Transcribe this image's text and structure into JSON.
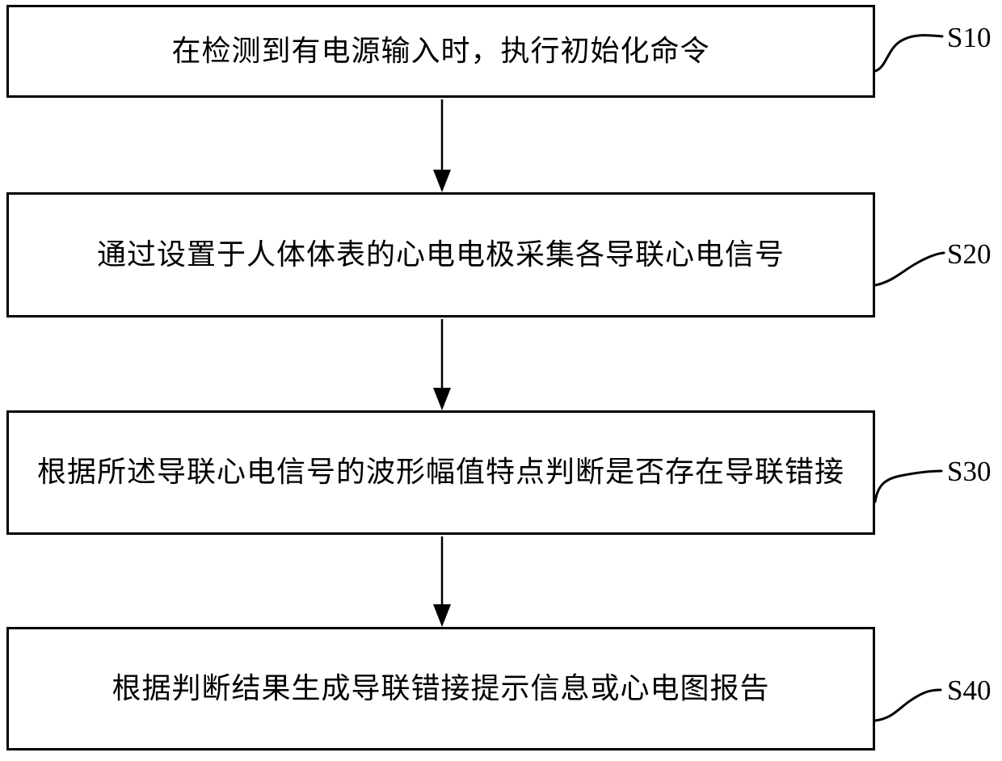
{
  "diagram": {
    "type": "flowchart",
    "steps": [
      {
        "label": "S10",
        "text": "在检测到有电源输入时，执行初始化命令"
      },
      {
        "label": "S20",
        "text": "通过设置于人体体表的心电电极采集各导联心电信号"
      },
      {
        "label": "S30",
        "text": "根据所述导联心电信号的波形幅值特点判断是否存在导联错接"
      },
      {
        "label": "S40",
        "text": "根据判断结果生成导联错接提示信息或心电图报告"
      }
    ],
    "flow": [
      "S10 -> S20",
      "S20 -> S30",
      "S30 -> S40"
    ],
    "colors": {
      "line": "#000000",
      "background": "#ffffff",
      "text": "#000000"
    }
  }
}
